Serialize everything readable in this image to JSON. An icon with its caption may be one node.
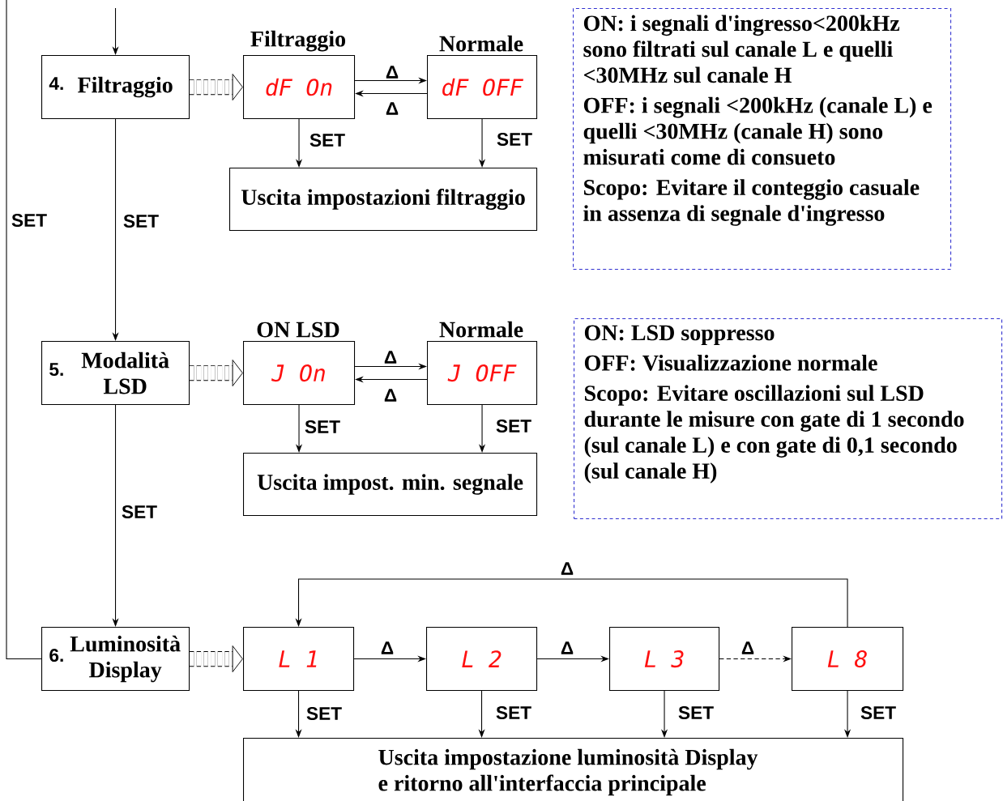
{
  "diagram": {
    "nodes": [
      {
        "text": [
          "4.",
          "Filtraggio"
        ]
      },
      {
        "text": [
          "Filtraggio",
          "dF On"
        ]
      },
      {
        "text": [
          "Normale",
          "dF OFF"
        ]
      },
      {
        "text": [
          "Uscita impostazioni filtraggio"
        ]
      },
      {
        "text": [
          "ON: i segnali d'ingresso<200kHz sono filtrati sul canale L e quelli <30MHz sul canale H",
          "OFF: i segnali <200kHz (canale L) e quelli <30MHz (canale H) sono misurati come di consueto",
          "Scopo: Evitare il conteggio casuale in assenza di segnale d'ingresso"
        ]
      },
      {
        "text": [
          "5.",
          "Modalità LSD"
        ]
      },
      {
        "text": [
          "ON LSD",
          "J On"
        ]
      },
      {
        "text": [
          "Normale",
          "J OFF"
        ]
      },
      {
        "text": [
          "Uscita impost. min. segnale"
        ]
      },
      {
        "text": [
          "ON: LSD soppresso",
          "OFF: Visualizzazione normale",
          "Scopo: Evitare oscillazioni sul LSD durante le misure con gate di 1 secondo (sul canale L) e con gate di 0,1 secondo (sul canale H)"
        ]
      },
      {
        "text": [
          "6.",
          "Luminosità Display"
        ]
      },
      {
        "text": [
          "L 1"
        ]
      },
      {
        "text": [
          "L 2"
        ]
      },
      {
        "text": [
          "L 3"
        ]
      },
      {
        "text": [
          "L 8"
        ]
      },
      {
        "text": [
          "Uscita impostazione luminosità Display e ritorno all'interfaccia principale"
        ]
      }
    ],
    "edges": [
      {
        "from": null,
        "to": 0,
        "arrow": "to"
      },
      {
        "from": 0,
        "to": 5,
        "arrow": "to",
        "label": "SET"
      },
      {
        "from": 5,
        "to": 10,
        "arrow": "to",
        "label": "SET"
      },
      {
        "from": 10,
        "to": null,
        "arrow": "none",
        "label": "SET"
      },
      {
        "from": 0,
        "to": 1,
        "arrow": "to",
        "style": "dashed"
      },
      {
        "from": 1,
        "to": 2,
        "arrow": "to",
        "label": "Δ"
      },
      {
        "from": 2,
        "to": 1,
        "arrow": "to",
        "label": "Δ"
      },
      {
        "from": 1,
        "to": 3,
        "arrow": "to",
        "label": "SET"
      },
      {
        "from": 2,
        "to": 3,
        "arrow": "to",
        "label": "SET"
      },
      {
        "from": 5,
        "to": 6,
        "arrow": "to",
        "style": "dashed"
      },
      {
        "from": 6,
        "to": 7,
        "arrow": "to",
        "label": "Δ"
      },
      {
        "from": 7,
        "to": 6,
        "arrow": "to",
        "label": "Δ"
      },
      {
        "from": 6,
        "to": 8,
        "arrow": "to",
        "label": "SET"
      },
      {
        "from": 7,
        "to": 8,
        "arrow": "to",
        "label": "SET"
      },
      {
        "from": 10,
        "to": 11,
        "arrow": "to",
        "style": "dashed"
      },
      {
        "from": 11,
        "to": 12,
        "arrow": "to",
        "label": "Δ"
      },
      {
        "from": 12,
        "to": 13,
        "arrow": "to",
        "label": "Δ"
      },
      {
        "from": 13,
        "to": 14,
        "arrow": "to",
        "label": "Δ",
        "style": "dashed"
      },
      {
        "from": 14,
        "to": 11,
        "arrow": "to",
        "label": "Δ"
      },
      {
        "from": 11,
        "to": 15,
        "arrow": "to",
        "label": "SET"
      },
      {
        "from": 12,
        "to": 15,
        "arrow": "to",
        "label": "SET"
      },
      {
        "from": 13,
        "to": 15,
        "arrow": "to",
        "label": "SET"
      },
      {
        "from": 14,
        "to": 15,
        "arrow": "to",
        "label": "SET"
      }
    ]
  }
}
